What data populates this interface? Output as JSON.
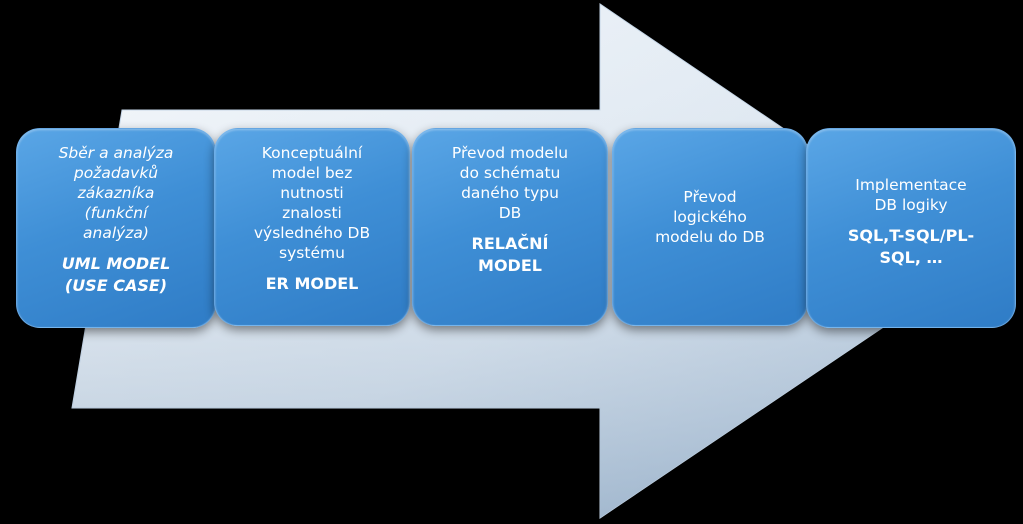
{
  "steps": [
    {
      "description": "Sběr a analýza\npožadavků\nzákazníka\n(funkční\nanalýza)",
      "label": "UML MODEL\n(USE CASE)"
    },
    {
      "description": "Konceptuální\nmodel bez\nnutnosti\nznalosti\nvýsledného DB\nsystému",
      "label": "ER MODEL"
    },
    {
      "description": "Převod modelu\ndo schématu\ndaného typu\nDB",
      "label": "RELAČNÍ\nMODEL"
    },
    {
      "description": "Převod\nlogického\nmodelu do DB",
      "label": ""
    },
    {
      "description": "Implementace\nDB logiky",
      "label": "SQL,T-SQL/PL-\nSQL, …"
    }
  ],
  "colors": {
    "background": "#000000",
    "arrow_light": "#f4f8fc",
    "arrow_dark": "#a9bfd6",
    "box_top": "#5aa6e6",
    "box_bottom": "#2f7cc6",
    "text": "#ffffff"
  }
}
